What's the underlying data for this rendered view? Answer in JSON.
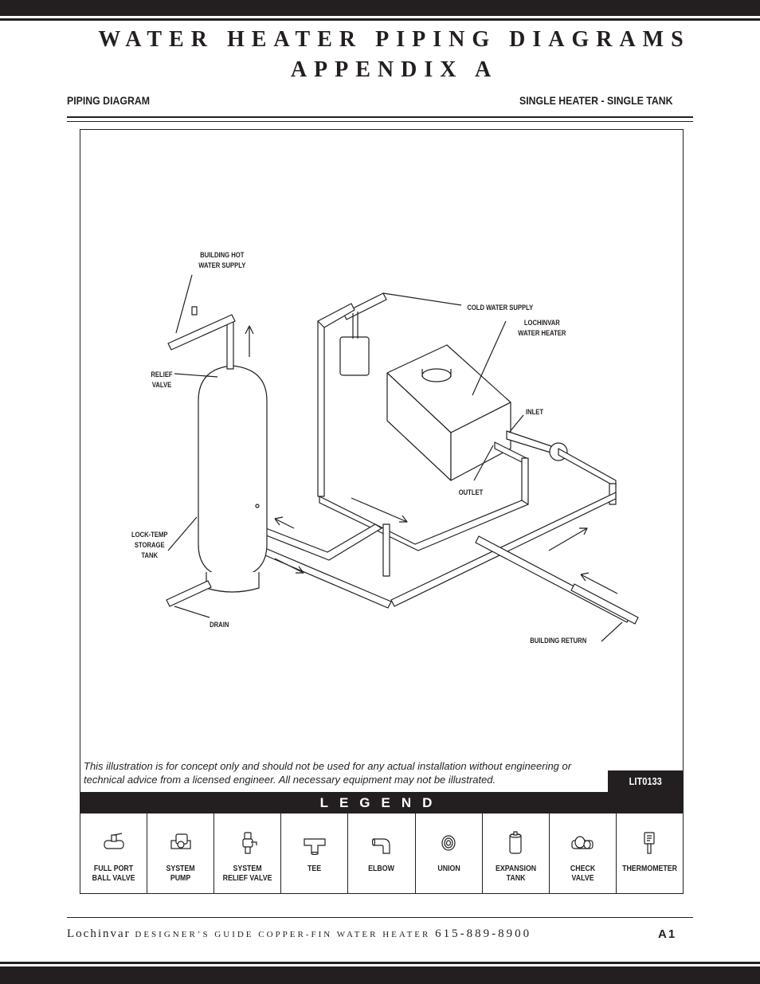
{
  "header": {
    "title_line1": "WATER HEATER PIPING DIAGRAMS",
    "title_line2": "APPENDIX A",
    "left_heading": "PIPING DIAGRAM",
    "right_heading": "SINGLE HEATER - SINGLE TANK"
  },
  "diagram": {
    "callouts": {
      "hot_supply_1": "BUILDING HOT",
      "hot_supply_2": "WATER SUPPLY",
      "cold_supply": "COLD WATER SUPPLY",
      "heater_1": "LOCHINVAR",
      "heater_2": "WATER HEATER",
      "relief_1": "RELIEF",
      "relief_2": "VALVE",
      "inlet": "INLET",
      "outlet": "OUTLET",
      "tank_1": "LOCK-TEMP",
      "tank_2": "STORAGE",
      "tank_3": "TANK",
      "drain": "DRAIN",
      "building_return": "BUILDING RETURN"
    },
    "disclaimer": "This illustration is for concept only and should not be used for any actual installation without engineering or technical advice from a licensed engineer. All necessary equipment may not be illustrated.",
    "lit_code": "LIT0133"
  },
  "legend": {
    "title": "LEGEND",
    "items": [
      {
        "line1": "FULL PORT",
        "line2": "BALL VALVE",
        "icon": "ball-valve-icon"
      },
      {
        "line1": "SYSTEM",
        "line2": "PUMP",
        "icon": "pump-icon"
      },
      {
        "line1": "SYSTEM",
        "line2": "RELIEF VALVE",
        "icon": "relief-valve-icon"
      },
      {
        "line1": "TEE",
        "line2": "",
        "icon": "tee-icon"
      },
      {
        "line1": "ELBOW",
        "line2": "",
        "icon": "elbow-icon"
      },
      {
        "line1": "UNION",
        "line2": "",
        "icon": "union-icon"
      },
      {
        "line1": "EXPANSION",
        "line2": "TANK",
        "icon": "expansion-tank-icon"
      },
      {
        "line1": "CHECK",
        "line2": "VALVE",
        "icon": "check-valve-icon"
      },
      {
        "line1": "THERMOMETER",
        "line2": "",
        "icon": "thermometer-icon"
      }
    ]
  },
  "footer": {
    "brand": "Lochinvar",
    "guide": "DESIGNER’S GUIDE COPPER-FIN WATER HEATER",
    "phone": "615-889-8900",
    "page": "A1"
  }
}
